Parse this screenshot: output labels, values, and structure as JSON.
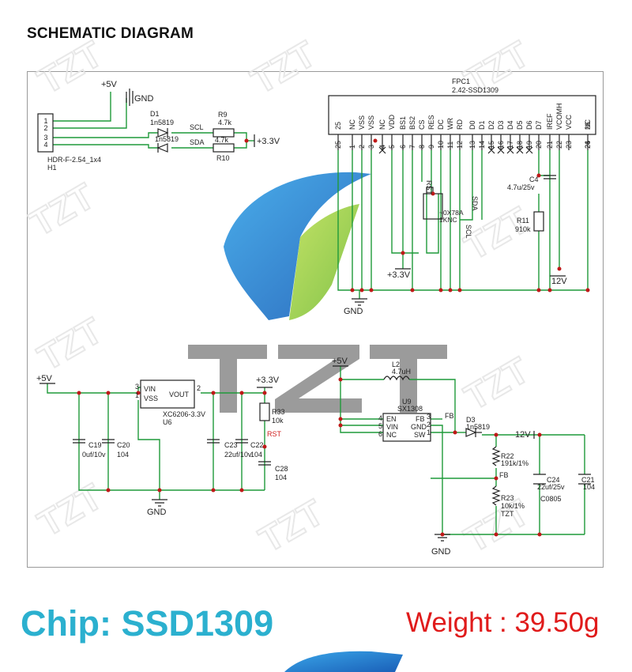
{
  "heading": "SCHEMATIC DIAGRAM",
  "footer": {
    "chip": "Chip: SSD1309",
    "weight": "Weight : 39.50g"
  },
  "watermark": {
    "text": "TZT"
  },
  "schematic": {
    "header": {
      "ref": "H1",
      "package": "HDR-F-2.54_1x4",
      "pins": [
        "1",
        "2",
        "3",
        "4"
      ]
    },
    "power_labels": {
      "v5": "+5V",
      "v33": "+3.3V",
      "gnd": "GND",
      "v12": "12V"
    },
    "diode_d1": {
      "ref": "D1",
      "value_a": "1n5819",
      "value_b": "1n5819"
    },
    "r9": {
      "ref": "R9",
      "value": "4.7k"
    },
    "r10": {
      "ref": "R10",
      "value": "4.7k"
    },
    "nets": {
      "scl": "SCL",
      "sda": "SDA",
      "rst": "RST",
      "fb": "FB"
    },
    "fpc": {
      "ref": "FPC1",
      "value": "2.42-SSD1309",
      "pin_names": [
        "25",
        "NC",
        "VSS",
        "VSS",
        "NC",
        "VDD",
        "BS1",
        "BS2",
        "CS",
        "RES",
        "DC",
        "WR",
        "RD",
        "D0",
        "D1",
        "D2",
        "D3",
        "D4",
        "D5",
        "D6",
        "D7",
        "IREF",
        "VCOMH",
        "VCC",
        "NC",
        "26"
      ],
      "pin_numbers": [
        "25",
        "1",
        "2",
        "3",
        "4",
        "5",
        "6",
        "7",
        "8",
        "9",
        "10",
        "11",
        "12",
        "13",
        "14",
        "15",
        "16",
        "17",
        "18",
        "19",
        "20",
        "21",
        "22",
        "23",
        "24",
        "26"
      ]
    },
    "vertical_notes": {
      "rst": "RST",
      "scl": "SCL",
      "sda": "SDA",
      "jumper": "~0X78A",
      "jumper_b": "1KNC"
    },
    "c4": {
      "ref": "C4",
      "value": "4.7u/25v"
    },
    "r11": {
      "ref": "R11",
      "value": "910k"
    },
    "u6": {
      "pin_vin": "VIN",
      "pin_vss": "VSS",
      "pin_vout": "VOUT",
      "part": "XC6206-3.3V",
      "ref": "U6",
      "pin1": "1",
      "pin2": "2",
      "pin3": "3"
    },
    "c19": {
      "ref": "C19",
      "value": "0uf/10v"
    },
    "c20": {
      "ref": "C20",
      "value": "104"
    },
    "c23": {
      "ref": "C23",
      "value": "22uf/10v"
    },
    "c22": {
      "ref": "C22",
      "value": "104"
    },
    "r33": {
      "ref": "R33",
      "value": "10k"
    },
    "c28": {
      "ref": "C28",
      "value": "104"
    },
    "l2": {
      "ref": "L2",
      "value": "4.7uH"
    },
    "u9": {
      "ref": "U9",
      "part": "SX1308",
      "pin_en": "EN",
      "pin_vin": "VIN",
      "pin_nc": "NC",
      "pin_fb": "FB",
      "pin_gnd": "GND",
      "pin_sw": "SW",
      "n4": "4",
      "n5": "5",
      "n6": "6",
      "n3": "3",
      "n2": "2",
      "n1": "1"
    },
    "d3": {
      "ref": "D3",
      "value": "1n5819"
    },
    "r22": {
      "ref": "R22",
      "value": "191k/1%"
    },
    "r23": {
      "ref": "R23",
      "value": "10k/1%"
    },
    "c24": {
      "ref": "C24",
      "value": "22uf/25v"
    },
    "c21": {
      "ref": "C21",
      "value": "104"
    },
    "misc": {
      "tzt": "TZT",
      "c0805": "C0805"
    }
  },
  "colors": {
    "wire": "#1f9a3a",
    "junction": "#c01818",
    "component": "#222222",
    "rst_label": "#d02020",
    "chip_text": "#2bb0cf",
    "weight_text": "#e01b1b"
  }
}
